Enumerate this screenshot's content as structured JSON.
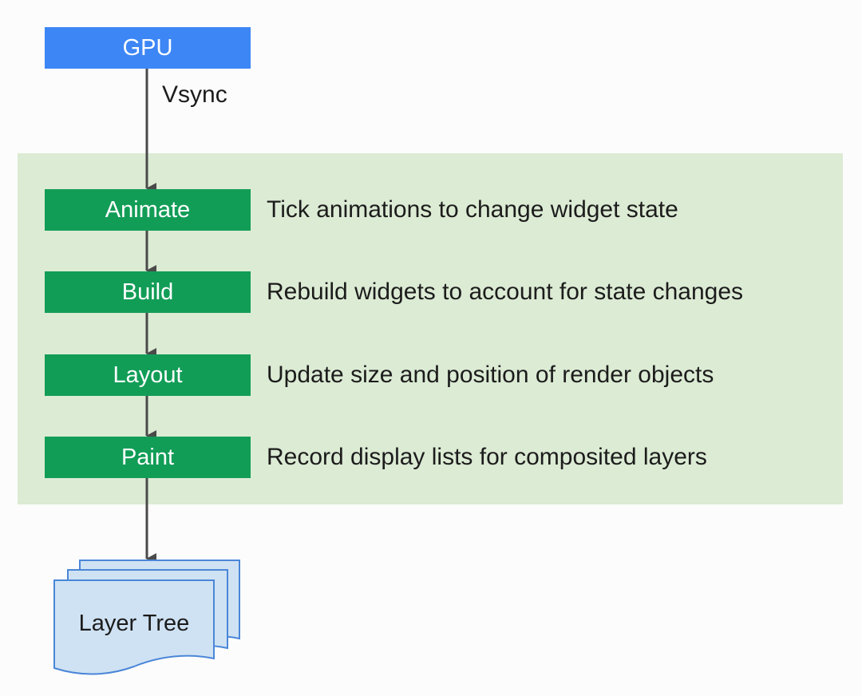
{
  "diagram": {
    "gpu_label": "GPU",
    "vsync_label": "Vsync",
    "stages": [
      {
        "name": "Animate",
        "description": "Tick animations to change widget state"
      },
      {
        "name": "Build",
        "description": "Rebuild widgets to account for state changes"
      },
      {
        "name": "Layout",
        "description": "Update size and position of render objects"
      },
      {
        "name": "Paint",
        "description": "Record display lists for composited layers"
      }
    ],
    "output_label": "Layer Tree"
  },
  "colors": {
    "gpu": "#3d86f5",
    "stage": "#129d57",
    "panel": "#dcebd4",
    "document_fill": "#cfe2f3",
    "document_stroke": "#4a86d8",
    "arrow": "#4a4a4a"
  }
}
